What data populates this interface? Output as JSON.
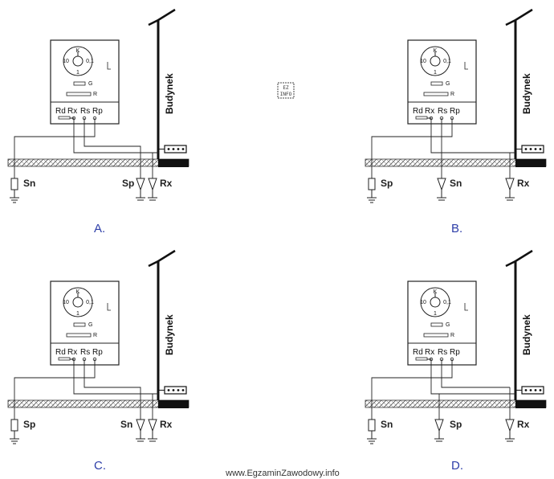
{
  "meter": {
    "dial_top": "K",
    "dial_left": "10",
    "dial_right": "0,1",
    "dial_bottom": "1",
    "g_label": "G",
    "r_label": "R",
    "terminals": [
      "Rd",
      "Rx",
      "Rs",
      "Rp"
    ]
  },
  "building_label": "Budynek",
  "panels": [
    {
      "letter": "A.",
      "labels": [
        "Sn",
        "Sp",
        "Rx"
      ]
    },
    {
      "letter": "B.",
      "labels": [
        "Sp",
        "Sn",
        "Rx"
      ]
    },
    {
      "letter": "C.",
      "labels": [
        "Sp",
        "Sn",
        "Rx"
      ]
    },
    {
      "letter": "D.",
      "labels": [
        "Sn",
        "Sp",
        "Rx"
      ]
    }
  ],
  "footer": "www.EgzaminZawodowy.info",
  "logo": {
    "line1": "EZ",
    "line2": "INFO"
  }
}
